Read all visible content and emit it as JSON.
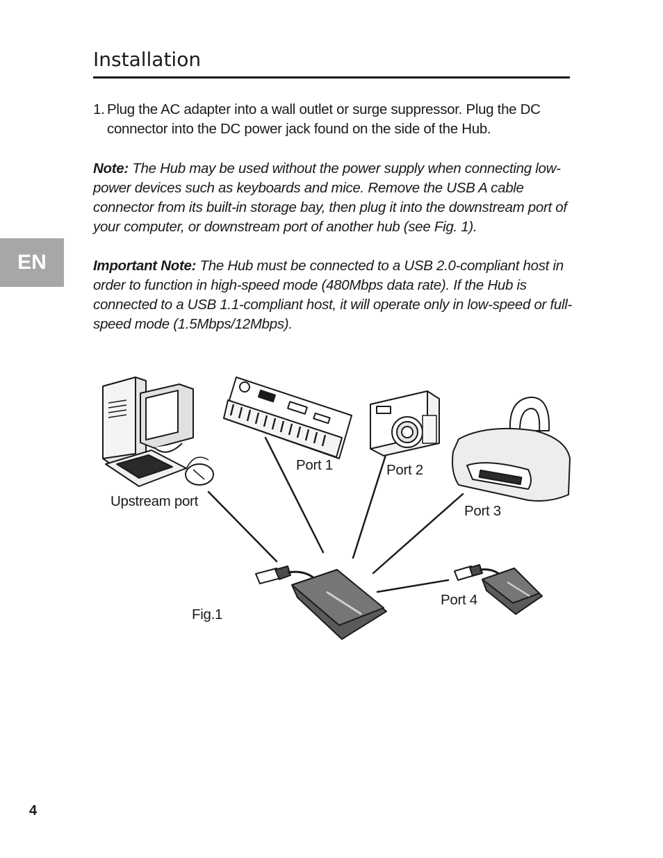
{
  "heading": "Installation",
  "step1": {
    "number": "1.",
    "text": "Plug the AC adapter into a wall outlet or surge suppressor. Plug the DC connector into the DC power jack found on the side of the Hub."
  },
  "note": {
    "label": "Note:",
    "text": " The Hub may be used without the power supply when connecting low-power devices such as keyboards and mice. Remove the USB A cable connector from its built-in storage bay, then plug it into the downstream port of your computer, or downstream port of another hub (see Fig. 1)."
  },
  "important_note": {
    "label": "Important Note:",
    "text": " The Hub must be connected to a USB 2.0-compliant host in order to function in high-speed mode (480Mbps data rate). If the Hub is connected to a USB 1.1-compliant host, it will operate only in low-speed or full-speed mode (1.5Mbps/12Mbps)."
  },
  "language_tab": "EN",
  "figure": {
    "caption": "Fig.1",
    "labels": {
      "upstream": "Upstream port",
      "port1": "Port 1",
      "port2": "Port 2",
      "port3": "Port 3",
      "port4": "Port 4"
    }
  },
  "page_number": "4"
}
